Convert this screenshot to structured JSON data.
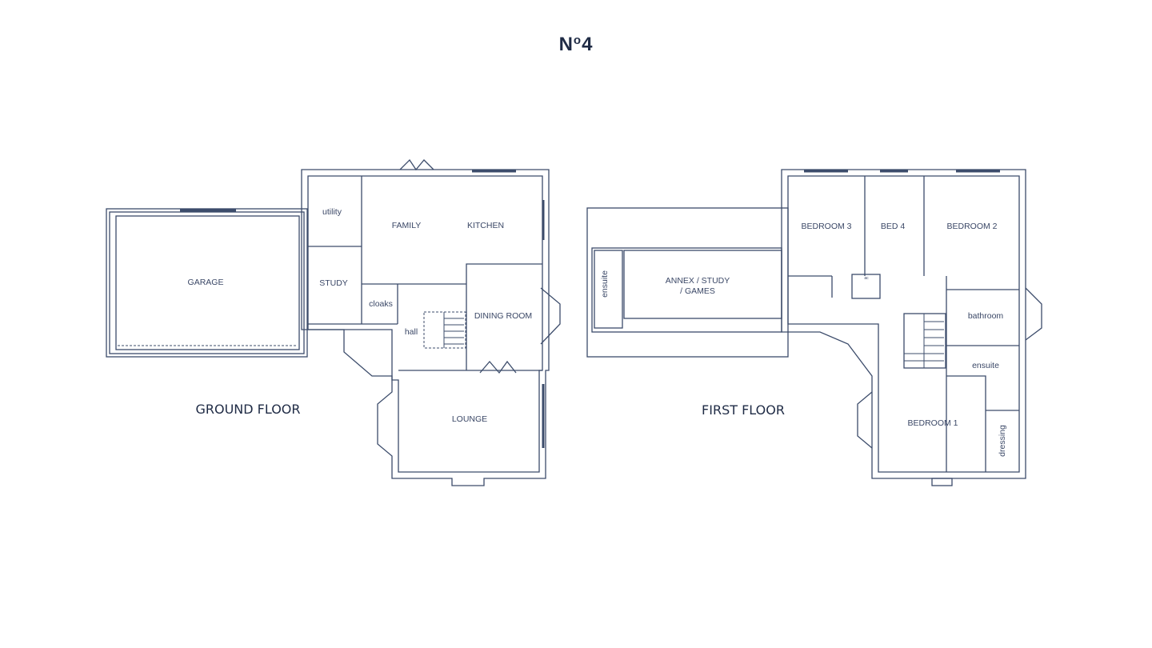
{
  "title": {
    "main": "N",
    "sup": "o",
    "number": "4"
  },
  "ground_floor": {
    "label": "GROUND FLOOR",
    "rooms": [
      "GARAGE",
      "utility",
      "STUDY",
      "FAMILY",
      "KITCHEN",
      "cloaks",
      "hall",
      "DINING ROOM",
      "LOUNGE"
    ]
  },
  "first_floor": {
    "label": "FIRST FLOOR",
    "rooms": [
      "ensuite",
      "ANNEX / STUDY",
      "/ GAMES",
      "BEDROOM 3",
      "BED 4",
      "BEDROOM 2",
      "ac",
      "bathroom",
      "ensuite",
      "BEDROOM 1",
      "dressing"
    ]
  },
  "colors": {
    "line": "#3c4c6b",
    "text": "#1f2b45"
  }
}
